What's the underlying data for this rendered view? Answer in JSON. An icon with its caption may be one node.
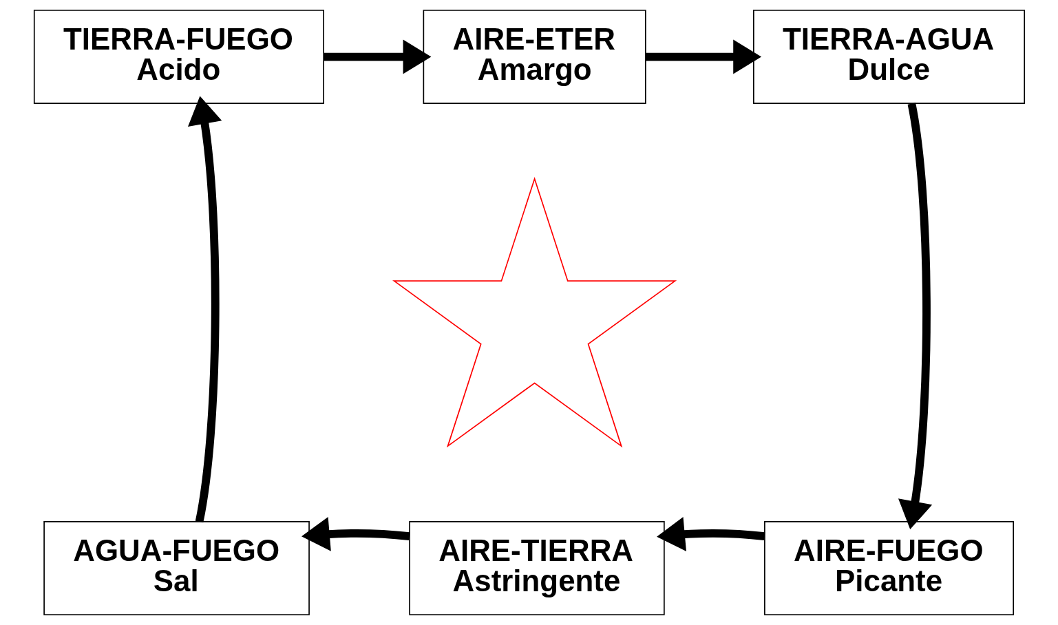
{
  "diagram": {
    "nodes": [
      {
        "text": [
          "TIERRA-FUEGO",
          "Acido"
        ]
      },
      {
        "text": [
          "AIRE-ETER",
          "Amargo"
        ]
      },
      {
        "text": [
          "TIERRA-AGUA",
          "Dulce"
        ]
      },
      {
        "text": [
          "AIRE-FUEGO",
          "Picante"
        ]
      },
      {
        "text": [
          "AIRE-TIERRA",
          "Astringente"
        ]
      },
      {
        "text": [
          "AGUA-FUEGO",
          "Sal"
        ]
      },
      {
        "text": [],
        "shape": "star"
      }
    ],
    "edges": [
      {
        "from": 0,
        "to": 1,
        "arrow": "to"
      },
      {
        "from": 1,
        "to": 2,
        "arrow": "to"
      },
      {
        "from": 2,
        "to": 3,
        "arrow": "to"
      },
      {
        "from": 3,
        "to": 4,
        "arrow": "to"
      },
      {
        "from": 4,
        "to": 5,
        "arrow": "to"
      },
      {
        "from": 5,
        "to": 0,
        "arrow": "to"
      }
    ]
  }
}
